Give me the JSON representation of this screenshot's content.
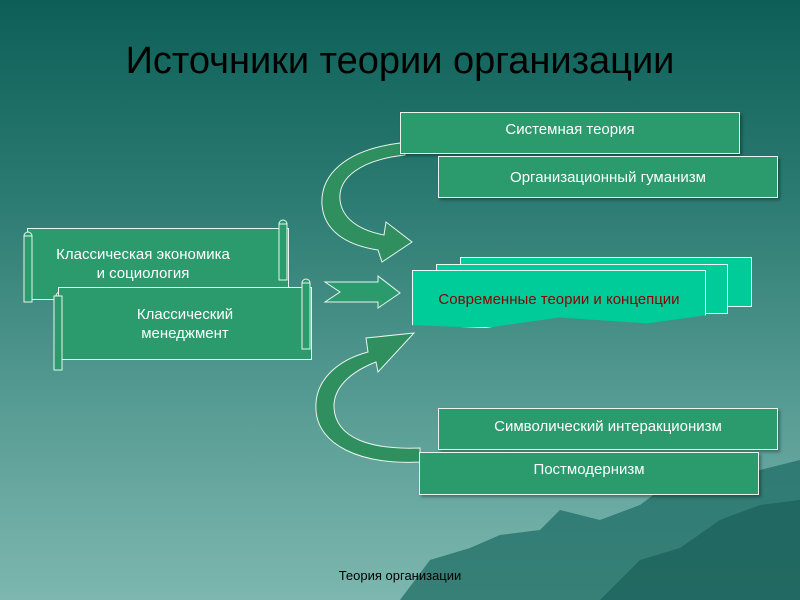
{
  "slide": {
    "title": "Источники теории организации",
    "footer": "Теория организации"
  },
  "diagram": {
    "sources": {
      "classical_economics": "Классическая экономика\nи социология",
      "classical_management": "Классический\nменеджмент"
    },
    "center": "Современные теории и концепции",
    "top": {
      "systems_theory": "Системная теория",
      "org_humanism": "Организационный гуманизм"
    },
    "bottom": {
      "symbolic_interactionism": "Символический интеракционизм",
      "postmodernism": "Постмодернизм"
    }
  },
  "colors": {
    "box_fill": "#2b9a6c",
    "center_fill": "#00cc99",
    "center_text": "#8b0000",
    "arrow_fill": "#2f8f5f"
  }
}
